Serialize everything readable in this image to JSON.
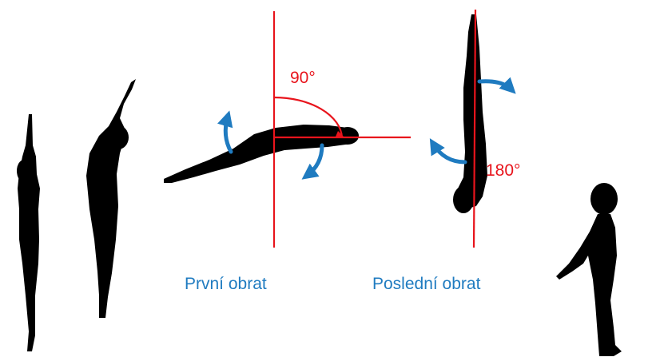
{
  "labels": {
    "angle_first": "90°",
    "angle_last": "180°",
    "caption_first": "První obrat",
    "caption_last": "Poslední obrat"
  },
  "colors": {
    "silhouette": "#000000",
    "reference_lines": "#e8141c",
    "rotation_arrows": "#1f7bc0",
    "captions": "#1f7bc0",
    "angle_text": "#e8141c",
    "background": "#ffffff"
  }
}
